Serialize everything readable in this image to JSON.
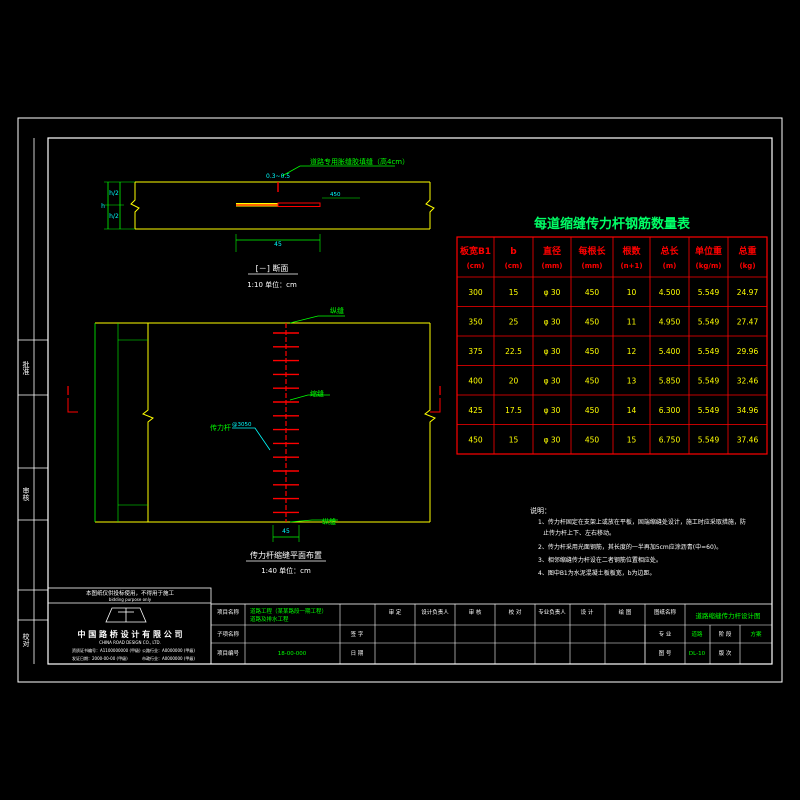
{
  "drawing": {
    "section_callout": "道路专用胀缝胶填缝（高4cm）",
    "gap_label": "0.3~0.5",
    "dim_h2_top": "h/2",
    "dim_h2_bot": "h/2",
    "dim_h": "h",
    "dim_45": "45",
    "dim_450": "450",
    "section_title": "[－] 断面",
    "section_scale": "1:10 单位：cm",
    "plan_title": "传力杆缩缝平面布置",
    "plan_scale": "1:40 单位：cm",
    "plan_dim_45": "45",
    "label_top": "纵缝",
    "label_bottom": "纵缝",
    "label_seam": "缩缝",
    "label_dowel": "传力杆",
    "label_dowel_spec": "@3050",
    "section_mark_left": "I",
    "section_mark_right": "I"
  },
  "table": {
    "title": "每道缩缝传力杆钢筋数量表",
    "headers": [
      [
        "板宽B1",
        "(cm)"
      ],
      [
        "b",
        "(cm)"
      ],
      [
        "直径",
        "(mm)"
      ],
      [
        "每根长",
        "(mm)"
      ],
      [
        "根数",
        "(n+1)"
      ],
      [
        "总长",
        "(m)"
      ],
      [
        "单位重",
        "(kg/m)"
      ],
      [
        "总重",
        "(kg)"
      ]
    ],
    "rows": [
      [
        "300",
        "15",
        "φ 30",
        "450",
        "10",
        "4.500",
        "5.549",
        "24.97"
      ],
      [
        "350",
        "25",
        "φ 30",
        "450",
        "11",
        "4.950",
        "5.549",
        "27.47"
      ],
      [
        "375",
        "22.5",
        "φ 30",
        "450",
        "12",
        "5.400",
        "5.549",
        "29.96"
      ],
      [
        "400",
        "20",
        "φ 30",
        "450",
        "13",
        "5.850",
        "5.549",
        "32.46"
      ],
      [
        "425",
        "17.5",
        "φ 30",
        "450",
        "14",
        "6.300",
        "5.549",
        "34.96"
      ],
      [
        "450",
        "15",
        "φ 30",
        "450",
        "15",
        "6.750",
        "5.549",
        "37.46"
      ]
    ]
  },
  "notes": {
    "heading": "说明：",
    "lines": [
      "1、传力杆固定在支架上或放在平板，固端缩缝处设计，施工时应采取措施，防",
      "止传力杆上下、左右移动。",
      "2、传力杆采用光面钢筋，其长度的一半再加5cm应涂沥青(中=60)。",
      "3、相邻缩缝传力杆设在二者钢筋位置相应处。",
      "4、图中B1为水泥混凝土板板宽，b为边距。"
    ]
  },
  "title_block": {
    "left_strip": [
      "批准",
      "审核",
      "校对"
    ],
    "company_top": "本图纸仅供投标使用，不得用于施工",
    "company_top_en": "bidding purpose only",
    "company_name": "中 国 路 桥 设 计 有 限 公 司",
    "company_en": "CHINA ROAD DESIGN CO., LTD.",
    "cert_1": "资质证书编号：A1100000000 (甲级)",
    "cert_2": "发证日期：2000-00-00 (甲级)",
    "cert_3": "公路行业：A0000000 (甲级)",
    "cert_4": "市政行业：A0000000 (甲级)",
    "project_name_label": "项目名称",
    "project_name": "道路工程（某某路段一期工程）",
    "project_name_2": "道路及排水工程",
    "sub_name_label": "子项名称",
    "project_no_label": "项目编号",
    "project_no": "18-00-000",
    "sign_label": "签 字",
    "date_label": "日 期",
    "col_headers": [
      "审 定",
      "设计负责人",
      "审 核",
      "校 对",
      "专业负责人",
      "设 计",
      "绘 图"
    ],
    "drawing_name_label": "图纸名称",
    "drawing_name": "道路缩缝传力杆设计图",
    "major_label": "专 业",
    "major_value": "道路",
    "stage_label": "阶 段",
    "stage_value": "方案",
    "drawing_no_label": "图 号",
    "drawing_no": "DL-10",
    "version_label": "版 次"
  },
  "colors": {
    "background": "#000000",
    "frame": "#ffffff",
    "yellow": "#ffff00",
    "green": "#00ff00",
    "cyan": "#00ffff",
    "red": "#ff0000",
    "table_title": "#00ff66"
  }
}
